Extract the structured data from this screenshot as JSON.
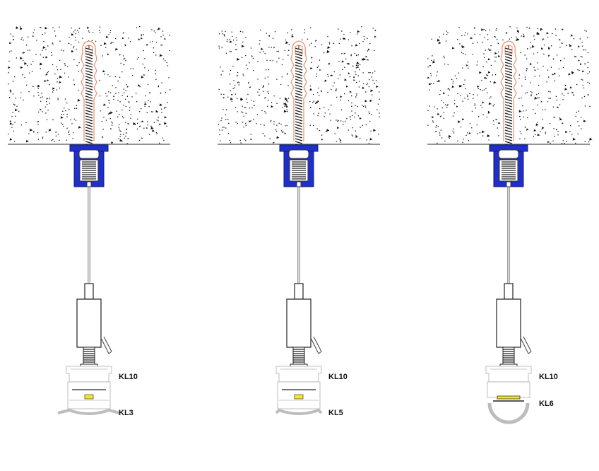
{
  "colors": {
    "ceiling_line": "#555555",
    "speckle": "#111111",
    "anchor_outline": "#e8906a",
    "mount_fill": "#1f2fc8",
    "mount_edge": "#0b1a8a",
    "screw": "#222222",
    "wire": "#777777",
    "profile_outline": "#c9c9c9",
    "diffuser": "#bdbdbd",
    "led": "#f5e62a"
  },
  "assemblies": [
    {
      "id": "a1",
      "top_label": "KL10",
      "bottom_label": "KL3",
      "diffuser": "flat-wide"
    },
    {
      "id": "a2",
      "top_label": "KL10",
      "bottom_label": "KL5",
      "diffuser": "flat"
    },
    {
      "id": "a3",
      "top_label": "KL10",
      "bottom_label": "KL6",
      "diffuser": "round"
    }
  ]
}
